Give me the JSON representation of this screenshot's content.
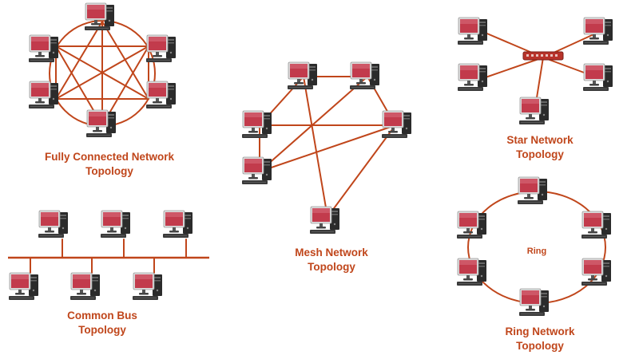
{
  "diagram": {
    "topologies": {
      "fully_connected": {
        "caption_line1": "Fully Connected Network",
        "caption_line2": "Topology"
      },
      "mesh": {
        "caption_line1": "Mesh Network",
        "caption_line2": "Topology"
      },
      "star": {
        "caption_line1": "Star Network",
        "caption_line2": "Topology"
      },
      "bus": {
        "caption_line1": "Common Bus",
        "caption_line2": "Topology"
      },
      "ring": {
        "caption_line1": "Ring Network",
        "caption_line2": "Topology",
        "center_label": "Ring"
      }
    }
  },
  "colors": {
    "accent": "#c0461b",
    "screen": "#c23b4c",
    "tower": "#2b2b2b",
    "keyboard": "#3a3a3a",
    "hub": "#b8332a"
  },
  "icons": [
    "computer-icon",
    "network-hub-icon"
  ]
}
